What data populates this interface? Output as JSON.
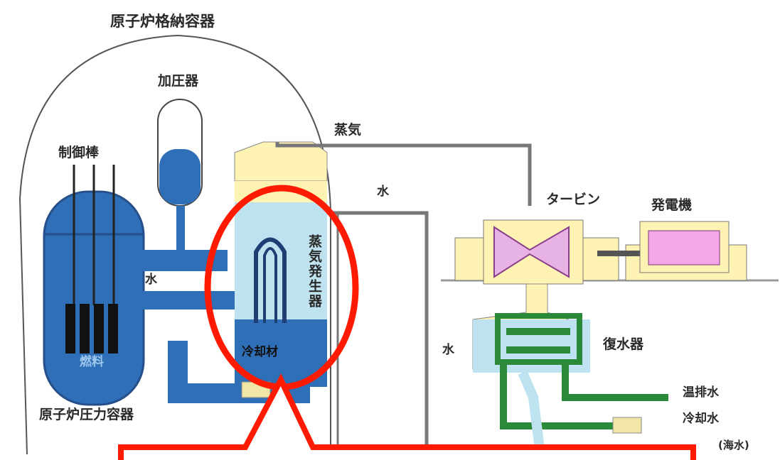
{
  "labels": {
    "containment": "原子炉格納容器",
    "pressurizer": "加圧器",
    "control_rods": "制御棒",
    "steam": "蒸気",
    "water_top": "水",
    "turbine": "タービン",
    "generator": "発電機",
    "steam_generator": "蒸気発生器",
    "water_mid": "水",
    "water_right": "水",
    "coolant": "冷却材",
    "fuel": "燃料",
    "pressure_vessel": "原子炉圧力容器",
    "condenser": "復水器",
    "warm_discharge": "温排水",
    "cooling_water": "冷却水",
    "seawater": "(海水)"
  },
  "colors": {
    "highlight": "#ff1a00",
    "primary_blue": "#2f6fb8",
    "light_blue": "#bfe2f0",
    "steam_yellow": "#fff3b3",
    "condenser_green": "#2a8a3a",
    "generator_pink": "#f3a6e8"
  }
}
